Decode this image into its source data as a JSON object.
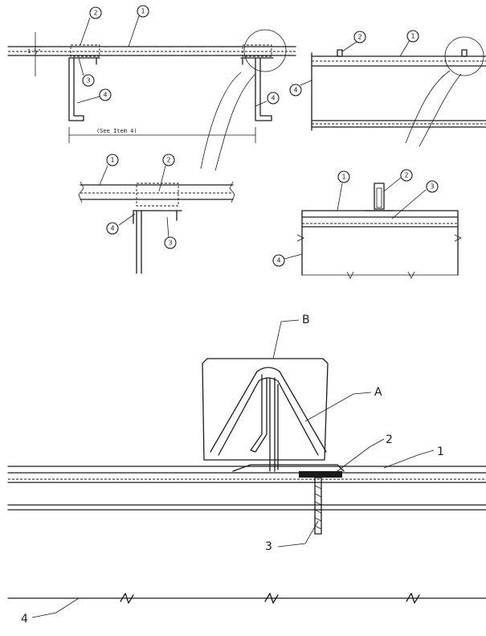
{
  "callouts": {
    "c1": "1",
    "c2": "2",
    "c3": "3",
    "c4": "4"
  },
  "letters": {
    "a": "A",
    "b": "B"
  },
  "labels": {
    "see_item": "(See Item 4)",
    "dim": "1-½\""
  }
}
